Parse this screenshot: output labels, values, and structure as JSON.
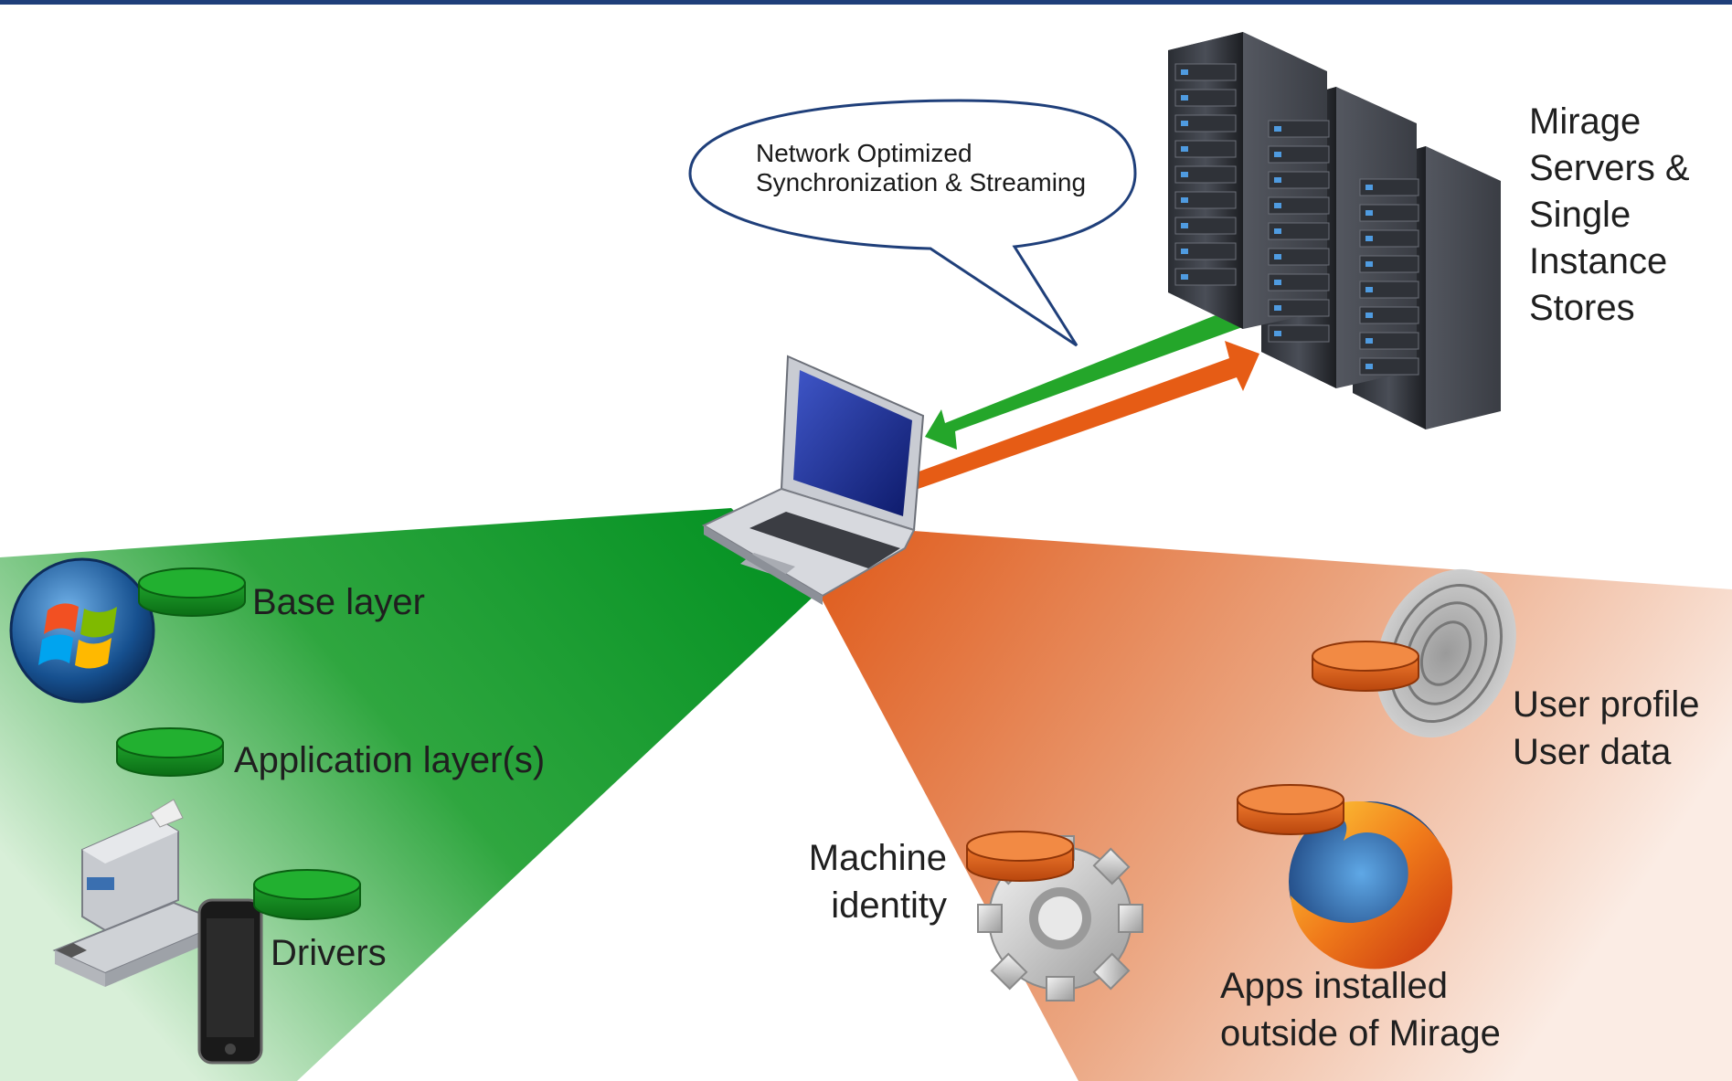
{
  "colors": {
    "top_rule": "#1f3f7a",
    "green": "#008c1e",
    "orange": "#e5601e",
    "arrow_green": "#24a62a",
    "arrow_orange": "#e65c15",
    "bubble_stroke": "#1f3f7a"
  },
  "callout": {
    "text": "Network Optimized\nSynchronization & Streaming"
  },
  "servers": {
    "label": "Mirage\nServers &\nSingle\nInstance\nStores"
  },
  "layers": {
    "base": "Base layer",
    "application": "Application layer(s)",
    "drivers": "Drivers"
  },
  "user_data": {
    "profile": "User profile\nUser data",
    "machine": "Machine\nidentity",
    "apps": "Apps installed\noutside of Mirage"
  },
  "icons": [
    "windows-logo-icon",
    "printer-icon",
    "usb-drive-icon",
    "smartphone-icon",
    "laptop-icon",
    "server-rack-icon",
    "fingerprint-icon",
    "gear-icon",
    "firefox-icon"
  ]
}
